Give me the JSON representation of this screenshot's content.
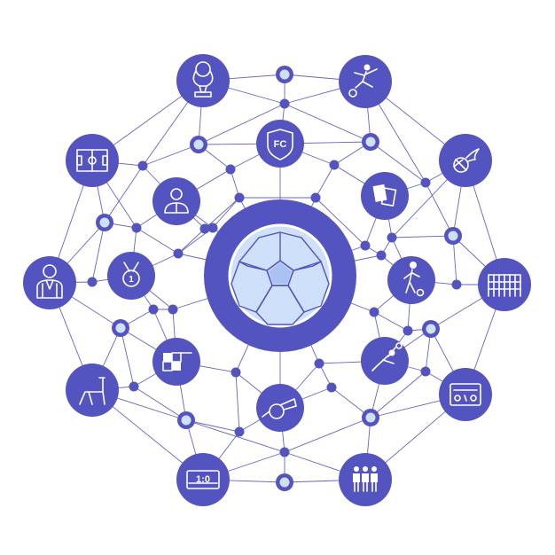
{
  "colors": {
    "primary": "#5454c0",
    "light": "#cfe0fb",
    "edge": "#4b4bb2",
    "background": "#ffffff"
  },
  "hub": {
    "icon": "soccer-ball-icon"
  },
  "icon_nodes": [
    {
      "id": "trophy",
      "icon": "trophy-icon"
    },
    {
      "id": "player-kick",
      "icon": "player-kicking-icon"
    },
    {
      "id": "fc-badge",
      "icon": "club-badge-icon",
      "text": "FC"
    },
    {
      "id": "field",
      "icon": "soccer-field-icon"
    },
    {
      "id": "fireball",
      "icon": "fireball-icon"
    },
    {
      "id": "referee",
      "icon": "referee-icon"
    },
    {
      "id": "cards",
      "icon": "penalty-cards-icon"
    },
    {
      "id": "commentator",
      "icon": "commentator-icon"
    },
    {
      "id": "medal",
      "icon": "medal-icon",
      "text": "1"
    },
    {
      "id": "player-dribble",
      "icon": "player-dribbling-icon"
    },
    {
      "id": "goal",
      "icon": "goal-net-icon"
    },
    {
      "id": "corner-flag",
      "icon": "corner-flag-icon"
    },
    {
      "id": "goalkeeper",
      "icon": "goalkeeper-diving-icon"
    },
    {
      "id": "bench",
      "icon": "team-bench-icon"
    },
    {
      "id": "scoreboard",
      "icon": "scoreboard-icon"
    },
    {
      "id": "whistle",
      "icon": "whistle-icon"
    },
    {
      "id": "score-display",
      "icon": "score-display-icon",
      "text": "1:0"
    },
    {
      "id": "team",
      "icon": "team-players-icon"
    }
  ]
}
